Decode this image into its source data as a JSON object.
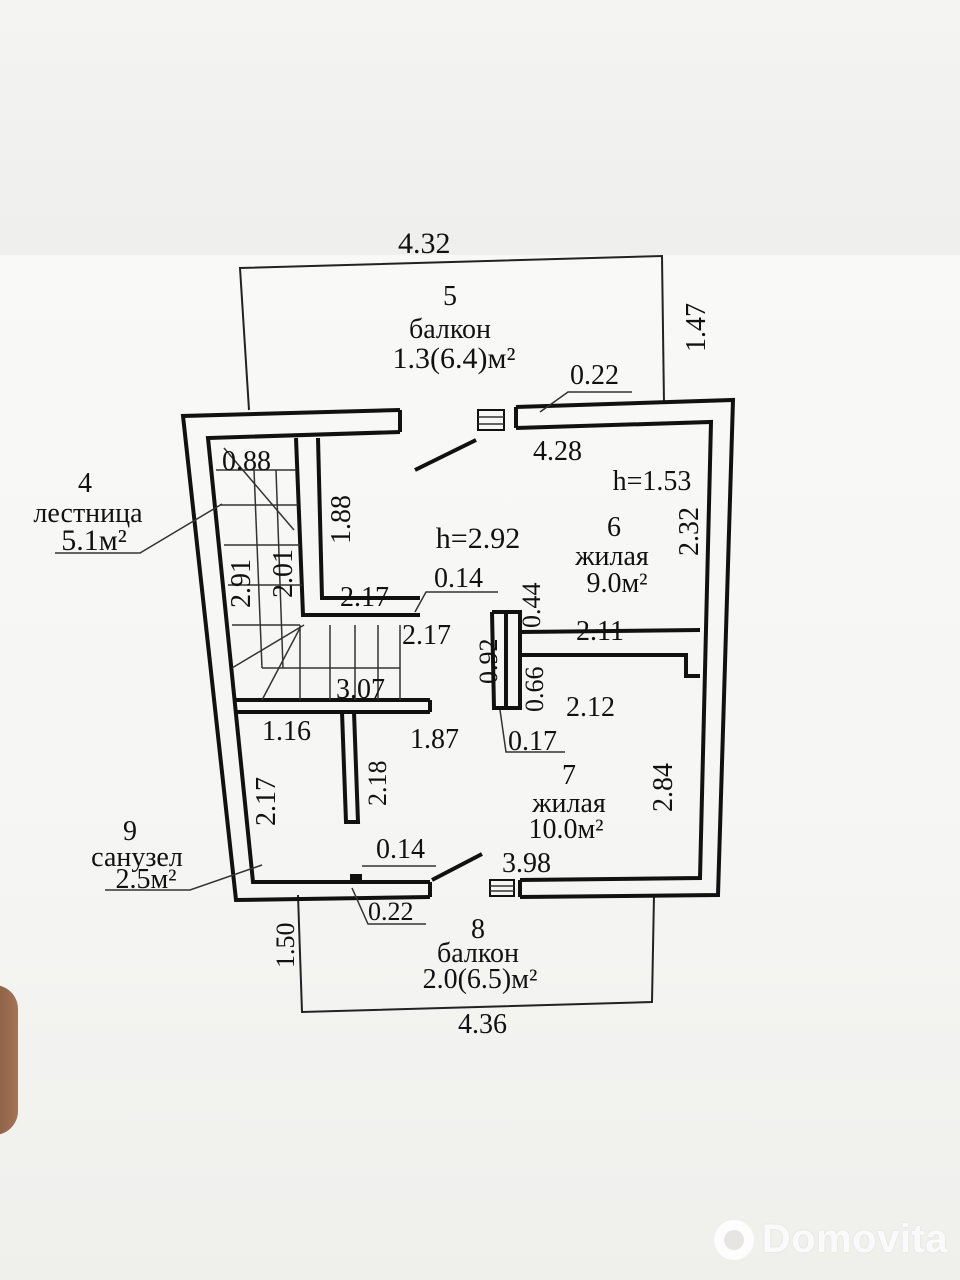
{
  "dimensions": {
    "top_width": "4.32",
    "bottom_width": "4.36",
    "top_balcony_depth": "1.47",
    "bottom_balcony_depth": "1.50",
    "wall_top": "0.22",
    "wall_bottom": "0.22",
    "bath_wall": "0.14",
    "d_428": "4.28",
    "d_088": "0.88",
    "d_188": "1.88",
    "d_291": "2.91",
    "d_201": "2.01",
    "d_217a": "2.17",
    "d_014": "0.14",
    "d_217b": "2.17",
    "d_044": "0.44",
    "d_211": "2.11",
    "d_092": "0.92",
    "d_066": "0.66",
    "d_307": "3.07",
    "d_212": "2.12",
    "d_116": "1.16",
    "d_187": "1.87",
    "d_017": "0.17",
    "d_217c": "2.17",
    "d_218": "2.18",
    "d_232": "2.32",
    "d_284": "2.84",
    "d_398": "3.98"
  },
  "rooms": {
    "r5": {
      "number": "5",
      "name": "балкон",
      "area": "1.3(6.4)м²"
    },
    "r4": {
      "number": "4",
      "name": "лестница",
      "area": "5.1м²"
    },
    "r6": {
      "number": "6",
      "name": "жилая",
      "area": "9.0м²",
      "height": "h=1.53"
    },
    "r7": {
      "number": "7",
      "name": "жилая",
      "area": "10.0м²"
    },
    "r8": {
      "number": "8",
      "name": "балкон",
      "area": "2.0(6.5)м²"
    },
    "r9": {
      "number": "9",
      "name": "санузел",
      "area": "2.5м²"
    }
  },
  "hall_height": "h=2.92",
  "watermark": {
    "text": "Domovita",
    "icon": "domovita-logo-icon"
  }
}
